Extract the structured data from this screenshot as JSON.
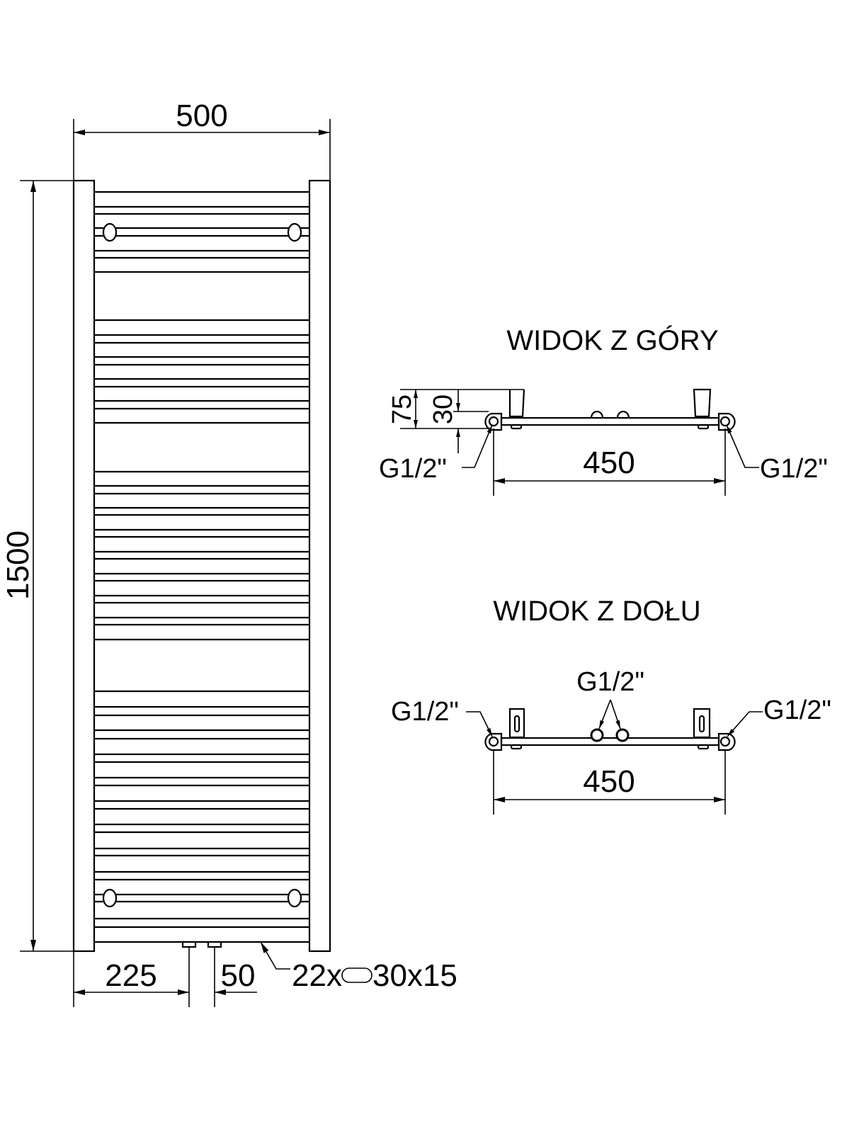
{
  "front_view": {
    "width_dim": "500",
    "height_dim": "1500",
    "left_offset_dim": "225",
    "connector_spacing_dim": "50",
    "tubes_label_count": "22x",
    "tubes_label_size": "30x15"
  },
  "top_view": {
    "title": "WIDOK Z GÓRY",
    "depth_dim": "75",
    "offset_dim": "30",
    "left_connection": "G1/2\"",
    "right_connection": "G1/2\"",
    "spacing_dim": "450"
  },
  "bottom_view": {
    "title": "WIDOK Z DOŁU",
    "center_connection": "G1/2\"",
    "left_connection": "G1/2\"",
    "right_connection": "G1/2\"",
    "spacing_dim": "450"
  },
  "colors": {
    "line": "#000000",
    "background": "#ffffff"
  }
}
